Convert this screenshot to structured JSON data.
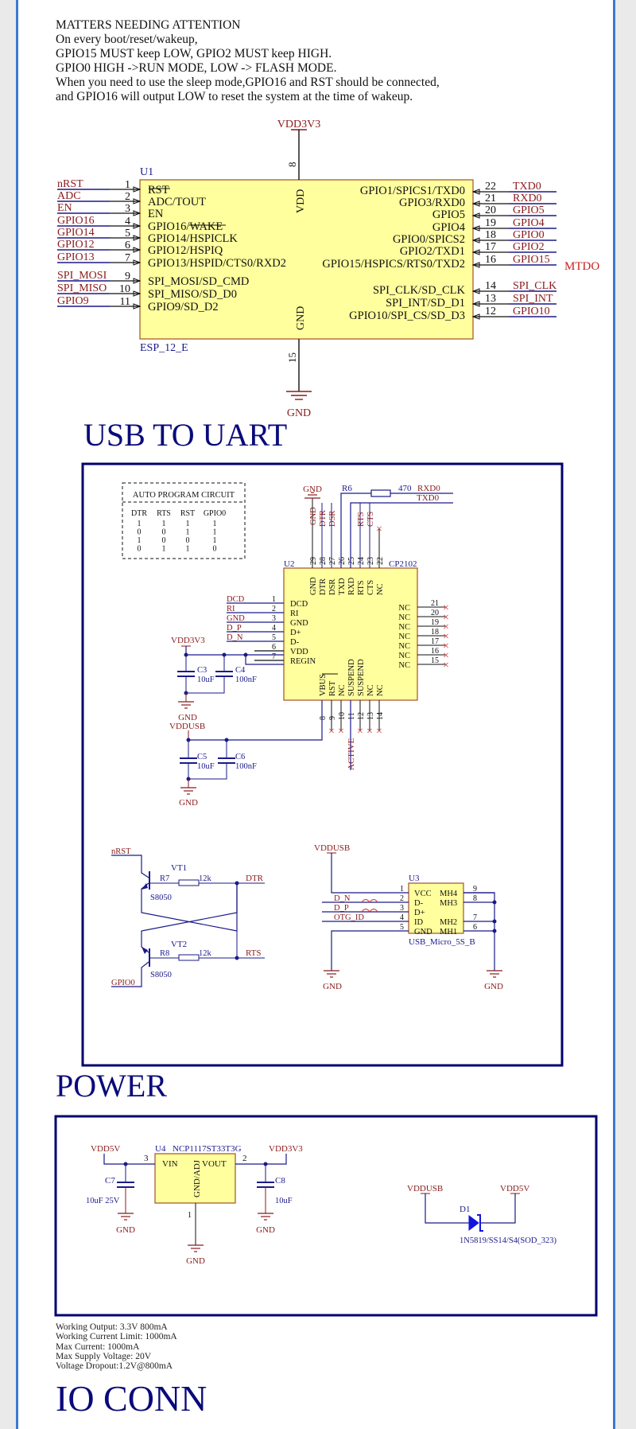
{
  "notes": {
    "lines": [
      "MATTERS NEEDING ATTENTION",
      "On every boot/reset/wakeup,",
      "GPIO15 MUST keep LOW, GPIO2 MUST keep HIGH.",
      "GPIO0 HIGH ->RUN MODE, LOW -> FLASH MODE.",
      "When you need to use the sleep mode,GPIO16 and RST should be connected,",
      "and GPIO16 will output LOW to reset the system at the time of wakeup."
    ]
  },
  "esp": {
    "designator": "U1",
    "part": "ESP_12_E",
    "vdd_net": "VDD3V3",
    "gnd_net": "GND",
    "vdd_pin": "8",
    "gnd_pin": "15",
    "vdd_label": "VDD",
    "gnd_label": "GND",
    "left_pins": [
      {
        "net": "nRST",
        "num": "1",
        "name": "RST"
      },
      {
        "net": "ADC",
        "num": "2",
        "name": "ADC/TOUT"
      },
      {
        "net": "EN",
        "num": "3",
        "name": "EN"
      },
      {
        "net": "GPIO16",
        "num": "4",
        "name": "GPIO16/WAKE"
      },
      {
        "net": "GPIO14",
        "num": "5",
        "name": "GPIO14/HSPICLK"
      },
      {
        "net": "GPIO12",
        "num": "6",
        "name": "GPIO12/HSPIQ"
      },
      {
        "net": "GPIO13",
        "num": "7",
        "name": "GPIO13/HSPID/CTS0/RXD2"
      },
      {
        "net": "SPI_MOSI",
        "num": "9",
        "name": "SPI_MOSI/SD_CMD"
      },
      {
        "net": "SPI_MISO",
        "num": "10",
        "name": "SPI_MISO/SD_D0"
      },
      {
        "net": "GPIO9",
        "num": "11",
        "name": "GPIO9/SD_D2"
      }
    ],
    "right_pins": [
      {
        "net": "TXD0",
        "num": "22",
        "name": "GPIO1/SPICS1/TXD0"
      },
      {
        "net": "RXD0",
        "num": "21",
        "name": "GPIO3/RXD0"
      },
      {
        "net": "GPIO5",
        "num": "20",
        "name": "GPIO5"
      },
      {
        "net": "GPIO4",
        "num": "19",
        "name": "GPIO4"
      },
      {
        "net": "GPIO0",
        "num": "18",
        "name": "GPIO0/SPICS2"
      },
      {
        "net": "GPIO2",
        "num": "17",
        "name": "GPIO2/TXD1"
      },
      {
        "net": "GPIO15",
        "num": "16",
        "name": "GPIO15/HSPICS/RTS0/TXD2"
      },
      {
        "net": "SPI_CLK",
        "num": "14",
        "name": "SPI_CLK/SD_CLK"
      },
      {
        "net": "SPI_INT",
        "num": "13",
        "name": "SPI_INT/SD_D1"
      },
      {
        "net": "GPIO10",
        "num": "12",
        "name": "GPIO10/SPI_CS/SD_D3"
      }
    ],
    "mtdo_label": "MTDO"
  },
  "usb_uart": {
    "title": "USB TO UART",
    "auto_program": {
      "title": "AUTO PROGRAM CIRCUIT",
      "headers": [
        "DTR",
        "RTS",
        "RST",
        "GPIO0"
      ],
      "rows": [
        [
          "1",
          "1",
          "1",
          "1"
        ],
        [
          "0",
          "0",
          "1",
          "1"
        ],
        [
          "1",
          "0",
          "0",
          "1"
        ],
        [
          "0",
          "1",
          "1",
          "0"
        ]
      ]
    },
    "cp2102": {
      "designator": "U2",
      "part": "CP2102",
      "top_pins": [
        {
          "num": "29",
          "name": "GND",
          "net": "GND"
        },
        {
          "num": "28",
          "name": "DTR",
          "net": "DTR"
        },
        {
          "num": "27",
          "name": "DSR",
          "net": "DSR"
        },
        {
          "num": "26",
          "name": "TXD",
          "net": ""
        },
        {
          "num": "25",
          "name": "RXD",
          "net": ""
        },
        {
          "num": "24",
          "name": "RTS",
          "net": "RTS"
        },
        {
          "num": "23",
          "name": "CTS",
          "net": "CTS"
        },
        {
          "num": "22",
          "name": "NC",
          "net": ""
        }
      ],
      "left_pins": [
        {
          "num": "1",
          "name": "DCD",
          "net": "DCD"
        },
        {
          "num": "2",
          "name": "RI",
          "net": "RI"
        },
        {
          "num": "3",
          "name": "GND",
          "net": "GND"
        },
        {
          "num": "4",
          "name": "D+",
          "net": "D_P"
        },
        {
          "num": "5",
          "name": "D-",
          "net": "D_N"
        },
        {
          "num": "6",
          "name": "VDD",
          "net": ""
        },
        {
          "num": "7",
          "name": "REGIN",
          "net": ""
        }
      ],
      "right_pins": [
        {
          "num": "21",
          "name": "NC"
        },
        {
          "num": "20",
          "name": "NC"
        },
        {
          "num": "19",
          "name": "NC"
        },
        {
          "num": "18",
          "name": "NC"
        },
        {
          "num": "17",
          "name": "NC"
        },
        {
          "num": "16",
          "name": "NC"
        },
        {
          "num": "15",
          "name": "NC"
        }
      ],
      "bottom_pins": [
        {
          "num": "8",
          "name": "VBUS"
        },
        {
          "num": "9",
          "name": "RST"
        },
        {
          "num": "10",
          "name": "NC"
        },
        {
          "num": "11",
          "name": "SUSPEND"
        },
        {
          "num": "12",
          "name": "SUSPEND"
        },
        {
          "num": "13",
          "name": "NC"
        },
        {
          "num": "14",
          "name": "NC"
        }
      ],
      "active_net": "ACTIVE",
      "r6": {
        "designator": "R6",
        "value": "470",
        "net_rx": "RXD0",
        "net_tx": "TXD0"
      }
    },
    "caps_3v3": {
      "net": "VDD3V3",
      "gnd": "GND",
      "c3": {
        "designator": "C3",
        "value": "10uF"
      },
      "c4": {
        "designator": "C4",
        "value": "100nF"
      }
    },
    "caps_usb": {
      "net": "VDDUSB",
      "gnd": "GND",
      "c5": {
        "designator": "C5",
        "value": "10uF"
      },
      "c6": {
        "designator": "C6",
        "value": "100nF"
      }
    },
    "transistors": {
      "nrst": "nRST",
      "gpio0": "GPIO0",
      "dtr": "DTR",
      "rts": "RTS",
      "vt1": {
        "designator": "VT1",
        "part": "S8050",
        "r": "R7",
        "rval": "12k"
      },
      "vt2": {
        "designator": "VT2",
        "part": "S8050",
        "r": "R8",
        "rval": "12k"
      }
    },
    "usb_conn": {
      "designator": "U3",
      "part": "USB_Micro_5S_B",
      "vdd": "VDDUSB",
      "gnd_left": "GND",
      "gnd_right": "GND",
      "left_pins": [
        {
          "num": "1",
          "name": "VCC",
          "net": ""
        },
        {
          "num": "2",
          "name": "D-",
          "net": "D_N"
        },
        {
          "num": "3",
          "name": "D+",
          "net": "D_P"
        },
        {
          "num": "4",
          "name": "ID",
          "net": "OTG_ID"
        },
        {
          "num": "5",
          "name": "GND",
          "net": ""
        }
      ],
      "right_pins": [
        {
          "num": "9",
          "name": "MH4"
        },
        {
          "num": "8",
          "name": "MH3"
        },
        {
          "num": "7",
          "name": "MH2"
        },
        {
          "num": "6",
          "name": "MH1"
        }
      ]
    }
  },
  "power": {
    "title": "POWER",
    "regulator": {
      "designator": "U4",
      "part": "NCP1117ST33T3G",
      "vin": "VIN",
      "vout": "VOUT",
      "adj": "GND/ADJ",
      "pin_in": "3",
      "pin_out": "2",
      "pin_gnd": "1",
      "in_net": "VDD5V",
      "out_net": "VDD3V3",
      "gnd": "GND"
    },
    "c7": {
      "designator": "C7",
      "value": "10uF 25V"
    },
    "c8": {
      "designator": "C8",
      "value": "10uF"
    },
    "diode": {
      "designator": "D1",
      "part": "1N5819/SS14/S4(SOD_323)",
      "anode_net": "VDDUSB",
      "cathode_net": "VDD5V"
    },
    "specs": [
      "Working Output: 3.3V 800mA",
      "Working Current Limit: 1000mA",
      "Max Current: 1000mA",
      "Max Supply Voltage: 20V",
      "Voltage Dropout:1.2V@800mA"
    ]
  },
  "io_conn": {
    "title": "IO CONN"
  },
  "colors": {
    "net": "#8b1a1a",
    "wire": "#1a1a8a",
    "chip": "#ffff9e",
    "chip_border": "#a0522d",
    "frame": "#00006e",
    "nc": "#d43030"
  }
}
